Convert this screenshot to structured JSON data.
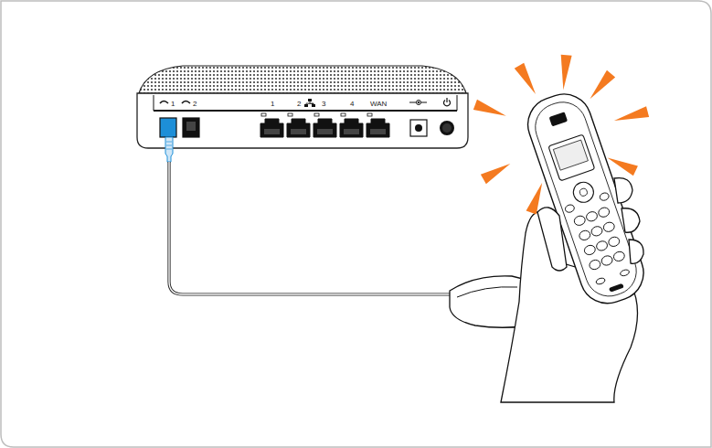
{
  "diagram": {
    "labels": [
      "1",
      "2",
      "1",
      "2",
      "3",
      "4",
      "WAN"
    ]
  }
}
